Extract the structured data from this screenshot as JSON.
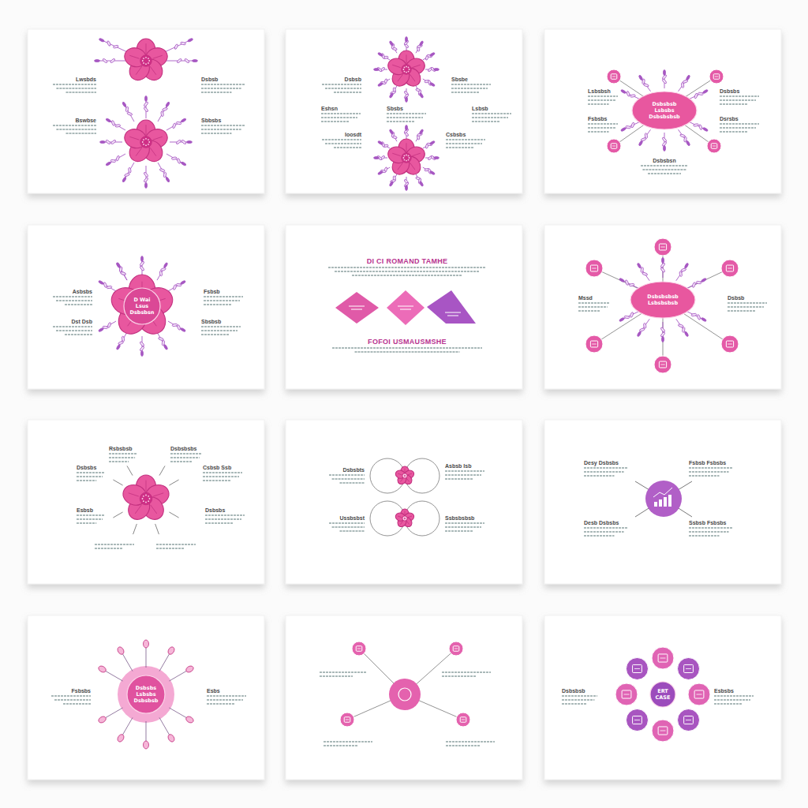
{
  "diagram": {
    "nodes": [
      {
        "text": [
          "Dsbsbsb Lsbsbs Dsbsbsbsb"
        ]
      },
      {
        "text": [
          "D Wai Lsus Dsbsbsn"
        ]
      },
      {
        "text": [
          "Dsbsbsbsb Lsbsbsbsb"
        ]
      },
      {
        "text": [
          "Dsbsbs Lsbsbs Dsbsbsb"
        ]
      },
      {
        "text": [
          "ERT CASE"
        ]
      }
    ],
    "labels": [
      "Lwsbds",
      "Dsbsb",
      "Bswbse",
      "Sbbsbs",
      "Dsbsb",
      "Sbsbe",
      "Eshsn",
      "Sbsbs",
      "Lsbsb",
      "Ioosdt",
      "Csbsbs",
      "Lsbsbsh",
      "Dsbsbs",
      "Fsbsbs",
      "Dsrsbs",
      "Dsbsbsn",
      "Asbsbs",
      "Fsbsb",
      "Dst Dsb",
      "Sbsbsb",
      "DI CI ROMAND TAMHE",
      "FOFOI USMAUSMSHE",
      "Mssd",
      "Dsbsb",
      "Rsbsbsb",
      "Dsbsbsbs",
      "Dsbsbs",
      "Csbsb Ssb",
      "Esbsb",
      "Dsbsbs",
      "Dsbsbts",
      "Asbsb Isb",
      "Ussbsbst",
      "Ssbsbsbsb",
      "Desy Dsbsbs",
      "Fsbsb Fsbsbs",
      "Desb Dsbsbs",
      "Ssbsb Fsbsbs",
      "Fsbsbs",
      "Esbs",
      "Dsbsbsb",
      "Esbsbs"
    ]
  }
}
